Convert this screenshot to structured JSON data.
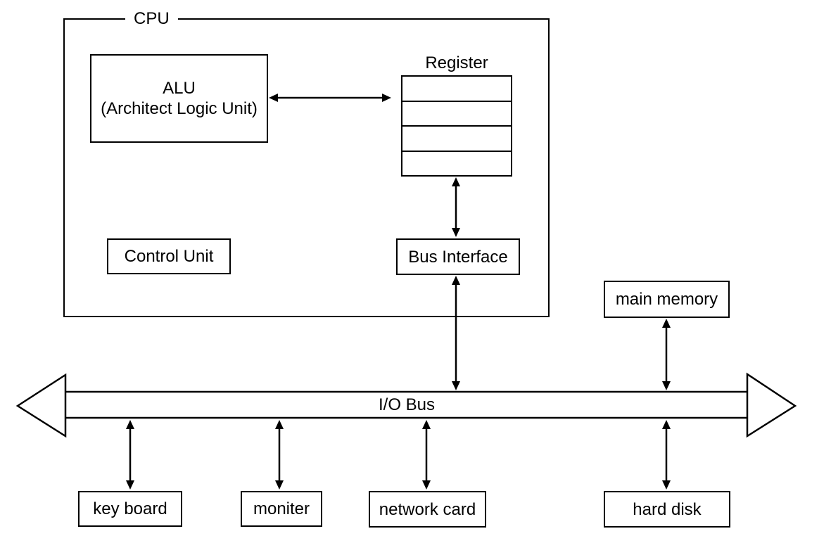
{
  "colors": {
    "stroke": "#000000",
    "background": "#ffffff",
    "text": "#000000"
  },
  "cpu": {
    "label": "CPU",
    "alu": {
      "line1": "ALU",
      "line2": "(Architect Logic Unit)"
    },
    "control_unit": {
      "label": "Control Unit"
    },
    "register": {
      "label": "Register",
      "rows": 4
    },
    "bus_interface": {
      "label": "Bus Interface"
    }
  },
  "main_memory": {
    "label": "main memory"
  },
  "io_bus": {
    "label": "I/O Bus",
    "left_arrowhead": true,
    "right_arrowhead": true
  },
  "peripherals": [
    {
      "label": "key board"
    },
    {
      "label": "moniter"
    },
    {
      "label": "network card"
    },
    {
      "label": "hard disk"
    }
  ],
  "connections": [
    {
      "from": "alu",
      "to": "register",
      "bidirectional": true
    },
    {
      "from": "register",
      "to": "bus-interface",
      "bidirectional": true
    },
    {
      "from": "bus-interface",
      "to": "io-bus",
      "bidirectional": true
    },
    {
      "from": "main-memory",
      "to": "io-bus",
      "bidirectional": true
    },
    {
      "from": "io-bus",
      "to": "key-board",
      "bidirectional": true
    },
    {
      "from": "io-bus",
      "to": "moniter",
      "bidirectional": true
    },
    {
      "from": "io-bus",
      "to": "network-card",
      "bidirectional": true
    },
    {
      "from": "io-bus",
      "to": "hard-disk",
      "bidirectional": true
    }
  ]
}
